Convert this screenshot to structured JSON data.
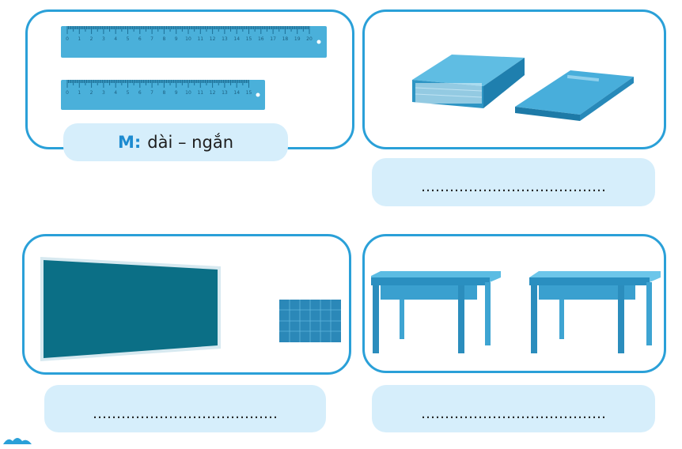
{
  "example": {
    "label": "M:",
    "text": "dài – ngắn"
  },
  "answer_blanks": [
    "…………………………………",
    "…………………………………",
    "…………………………………"
  ],
  "ruler_long_ticks": [
    "0",
    "1",
    "2",
    "3",
    "4",
    "5",
    "6",
    "7",
    "8",
    "9",
    "10",
    "11",
    "12",
    "13",
    "14",
    "15",
    "16",
    "17",
    "18",
    "19",
    "20"
  ],
  "ruler_short_ticks": [
    "0",
    "1",
    "2",
    "3",
    "4",
    "5",
    "6",
    "7",
    "8",
    "9",
    "10",
    "11",
    "12",
    "13",
    "14",
    "15"
  ],
  "colors": {
    "border": "#2aa0d8",
    "pill": "#d6eefb",
    "object": "#3aa3cf",
    "board": "#0b6f86"
  }
}
